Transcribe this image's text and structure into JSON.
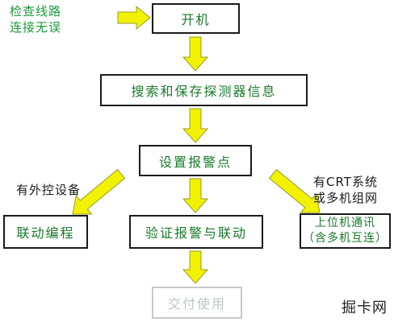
{
  "colors": {
    "arrow_fill": "#f2f200",
    "arrow_stroke": "#9a9a2a",
    "box_text": "#1a7a2a",
    "note_green": "#1b9a3a",
    "faded": "#c8c8c8"
  },
  "notes": {
    "check_line1": "检查线路",
    "check_line2": "连接无误",
    "external": "有外控设备",
    "crt_line1": "有CRT系统",
    "crt_line2": "或多机组网"
  },
  "boxes": {
    "power_on": "开机",
    "search": "搜索和保存探测器信息",
    "set_alarm": "设置报警点",
    "linkage": "联动编程",
    "verify": "验证报警与联动",
    "upper_line1": "上位机通讯",
    "upper_line2": "（含多机互连）",
    "deliver": "交付使用"
  },
  "watermark": "掘卡网"
}
